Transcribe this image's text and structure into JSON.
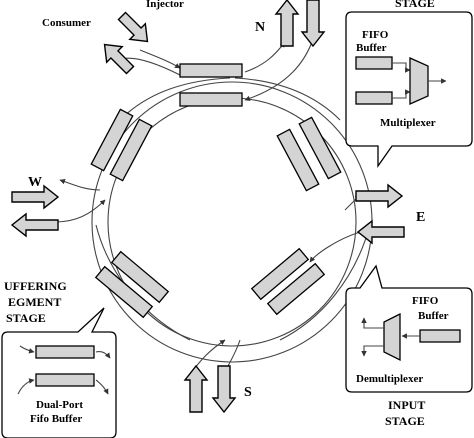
{
  "labels": {
    "injector": "Injector",
    "consumer": "Consumer",
    "north": "N",
    "south": "S",
    "east": "E",
    "west": "W",
    "output_stage_title": "STAGE",
    "output_fifo": "FIFO",
    "output_buffer": "Buffer",
    "multiplexer": "Multiplexer",
    "buffering_line1": "UFFERING",
    "buffering_line2": "EGMENT",
    "buffering_line3": "STAGE",
    "dual_port_line1": "Dual-Port",
    "dual_port_line2": "Fifo Buffer",
    "input_fifo": "FIFO",
    "input_buffer": "Buffer",
    "demultiplexer": "Demultiplexer",
    "input_stage_line1": "INPUT",
    "input_stage_line2": "STAGE"
  }
}
